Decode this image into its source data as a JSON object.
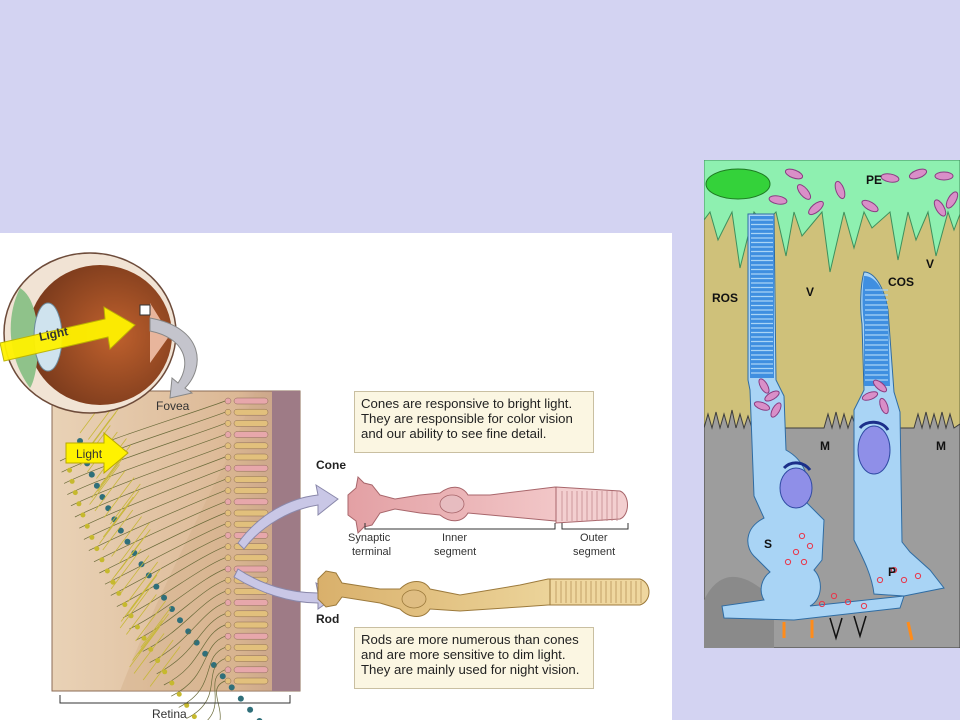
{
  "left_figure": {
    "eye_light_label": "Light",
    "fovea_label": "Fovea",
    "retina_light_label": "Light",
    "retina_label": "Retina",
    "cone_title": "Cone",
    "rod_title": "Rod",
    "synaptic_label": [
      "Synaptic",
      "terminal"
    ],
    "inner_label": [
      "Inner",
      "segment"
    ],
    "outer_label": [
      "Outer",
      "segment"
    ],
    "cone_note": [
      "Cones are responsive to bright light.",
      "They are responsible for color vision",
      "and our ability to see fine detail."
    ],
    "rod_note": [
      "Rods are more numerous than cones",
      "and are more sensitive to dim light.",
      "They are mainly used for night vision."
    ],
    "colors": {
      "cone": "#e7a7ab",
      "rod": "#e2c07c",
      "retina_bg": "#e2c6a6",
      "note_bg": "#fbf6e2",
      "arrow": "#fff200"
    }
  },
  "right_figure": {
    "labels": {
      "pe": "PE",
      "ros": "ROS",
      "cos": "COS",
      "v1": "V",
      "v2": "V",
      "m1": "M",
      "m2": "M",
      "s": "S",
      "p": "P"
    },
    "colors": {
      "pe": "#8ef0b0",
      "background": "#cfc17a",
      "cell": "#a9d4f5",
      "muller": "#9d9d9d",
      "nucleus": "#8f8fe8"
    }
  }
}
